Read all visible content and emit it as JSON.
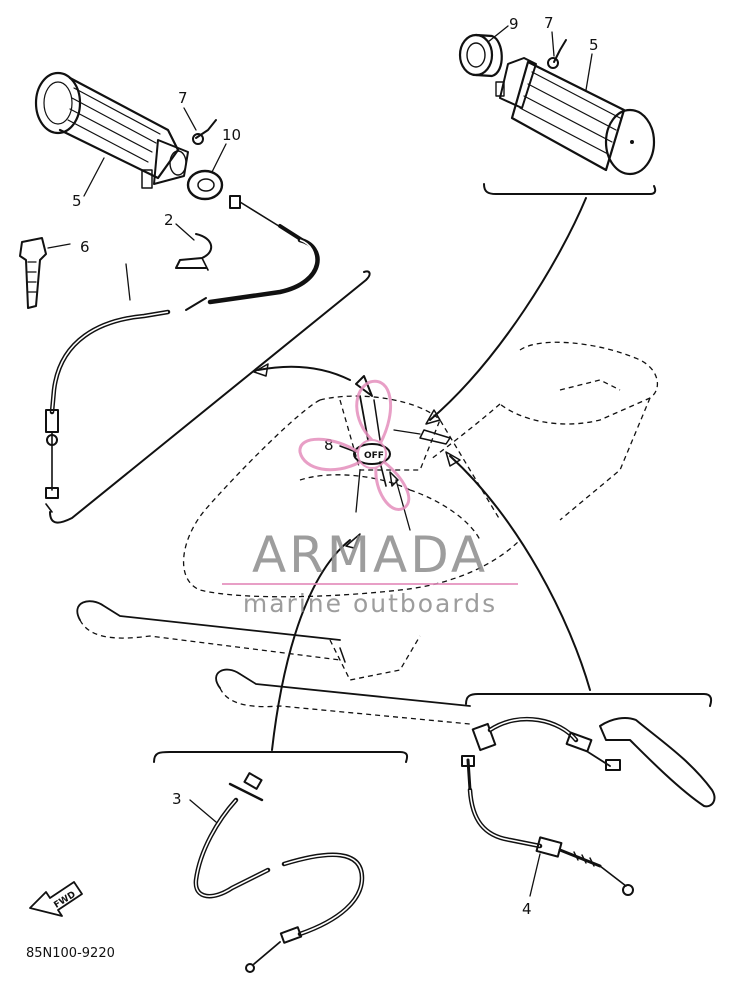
{
  "diagram": {
    "part_code": "85N100-9220",
    "forward_marker": "FWD",
    "callouts": [
      {
        "id": "grip_left",
        "number": "5"
      },
      {
        "id": "grip_right",
        "number": "5"
      },
      {
        "id": "screw_left",
        "number": "7"
      },
      {
        "id": "screw_right",
        "number": "7"
      },
      {
        "id": "washer",
        "number": "10"
      },
      {
        "id": "clip",
        "number": "2"
      },
      {
        "id": "key",
        "number": "6"
      },
      {
        "id": "collar",
        "number": "9"
      },
      {
        "id": "switch",
        "number": "8"
      },
      {
        "id": "cable_lower",
        "number": "3"
      },
      {
        "id": "cable_right",
        "number": "4"
      }
    ]
  },
  "watermark": {
    "title": "ARMADA",
    "subtitle": "marine outboards",
    "primary_color": "#8c8c8c",
    "accent_color": "#e58fbd"
  },
  "colors": {
    "ink": "#111111",
    "background": "#ffffff"
  }
}
